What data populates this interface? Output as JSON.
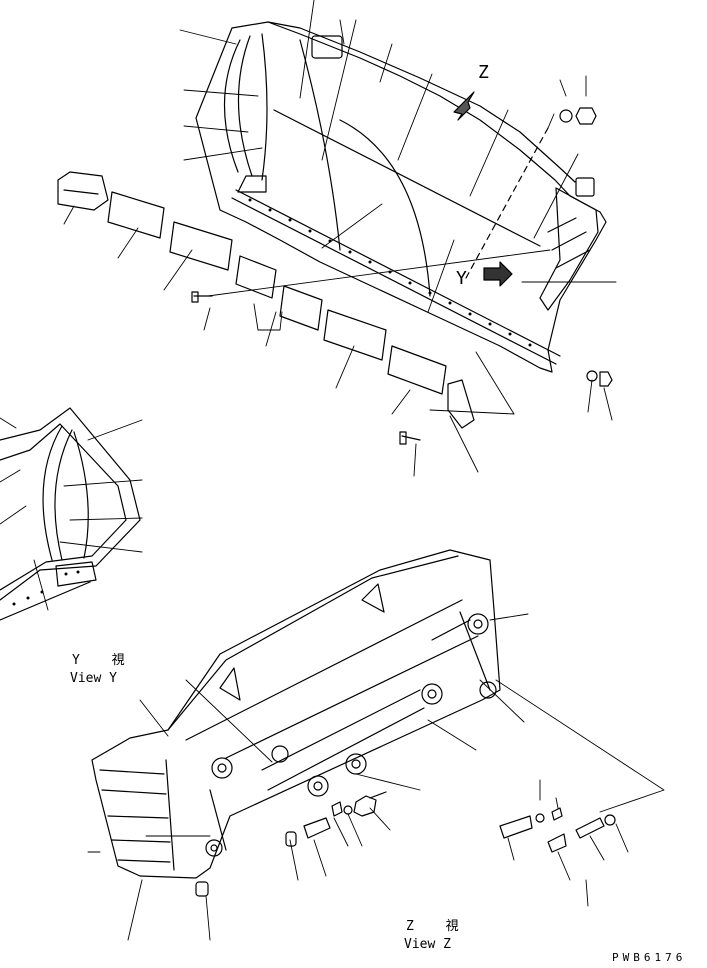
{
  "labels": {
    "z_marker": "Z",
    "y_marker": "Y",
    "view_y_kanji": "Y 視",
    "view_y_en": "View Y",
    "view_z_kanji": "Z 視",
    "view_z_en": "View Z",
    "drawing_code": "PWB6176"
  },
  "colors": {
    "line": "#000000",
    "background": "#ffffff"
  },
  "icons": [
    "arrow-z-icon",
    "arrow-y-icon"
  ]
}
